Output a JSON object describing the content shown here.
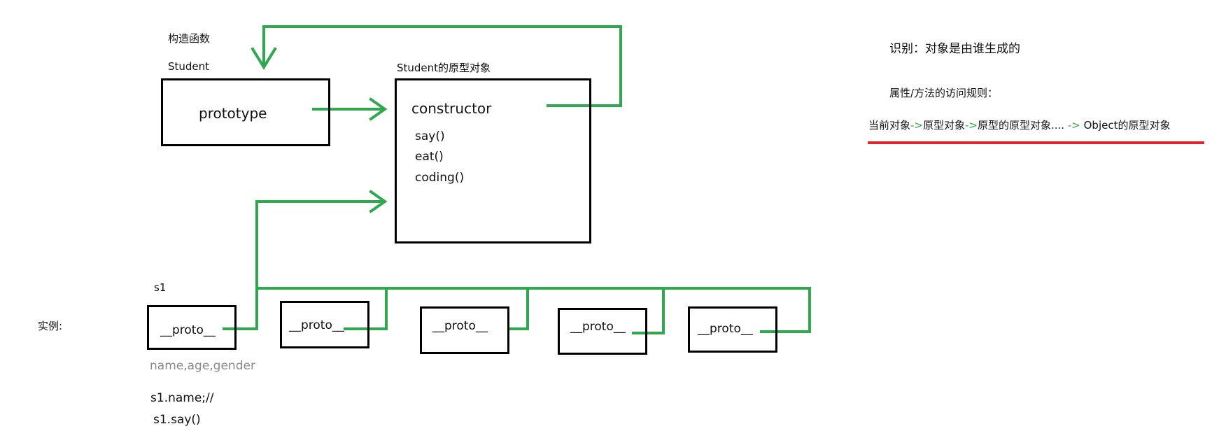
{
  "constructor_section": {
    "title": "构造函数",
    "name": "Student",
    "field": "prototype"
  },
  "prototype_object": {
    "title": "Student的原型对象",
    "constructor_label": "constructor",
    "methods": [
      "say()",
      "eat()",
      "coding()"
    ]
  },
  "instances": {
    "label": "实例:",
    "first_name": "s1",
    "proto_labels": [
      "__proto__",
      "__proto__",
      "__proto__",
      "__proto__",
      "__proto__"
    ],
    "props": "name,age,gender",
    "code_lines": [
      "s1.name;//",
      "s1.say()"
    ]
  },
  "notes": {
    "identify": "识别：对象是由谁生成的",
    "rule_title": "属性/方法的访问规则：",
    "chain_parts": [
      "当前对象",
      "原型对象",
      "原型的原型对象....",
      "Object的原型对象"
    ],
    "chain_sep": "->"
  },
  "colors": {
    "arrow": "#2fa84f",
    "underline": "#e0252b",
    "box": "#000000"
  }
}
